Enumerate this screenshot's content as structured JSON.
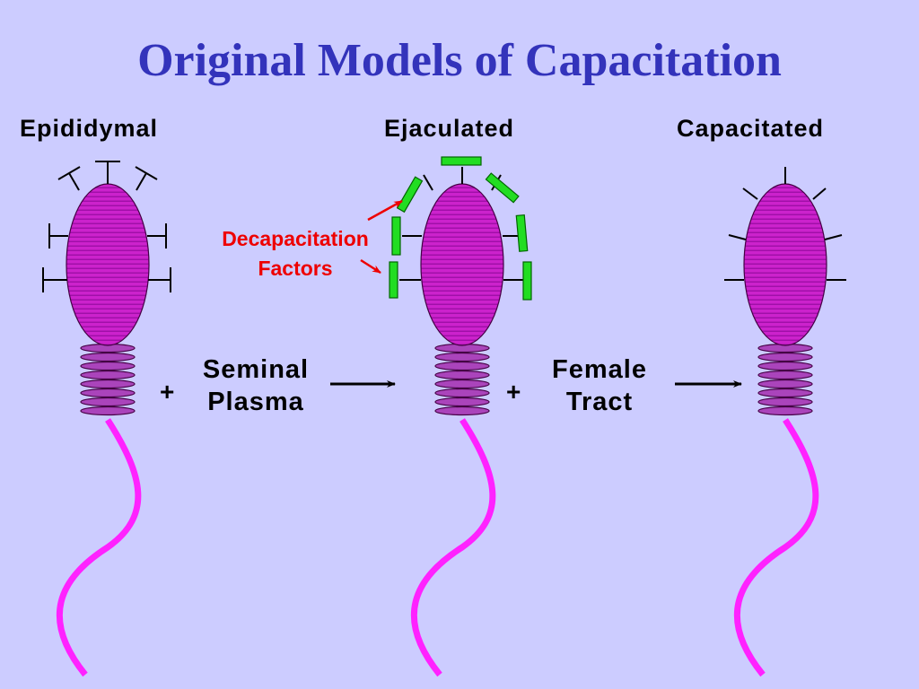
{
  "title": "Original Models of Capacitation",
  "stages": [
    {
      "id": "epididymal",
      "label": "Epididymal"
    },
    {
      "id": "ejaculated",
      "label": "Ejaculated"
    },
    {
      "id": "capacitated",
      "label": "Capacitated"
    }
  ],
  "steps": [
    {
      "plus": "+",
      "line1": "Seminal",
      "line2": "Plasma"
    },
    {
      "plus": "+",
      "line1": "Female",
      "line2": "Tract"
    }
  ],
  "annotation": {
    "line1": "Decapacitation",
    "line2": "Factors"
  },
  "colors": {
    "background": "#ccccff",
    "title": "#3333bb",
    "head": "#cc22cc",
    "midpiece": "#aa44bb",
    "tail": "#ff22ff",
    "factor": "#22dd22",
    "annotation": "#ee0000"
  }
}
